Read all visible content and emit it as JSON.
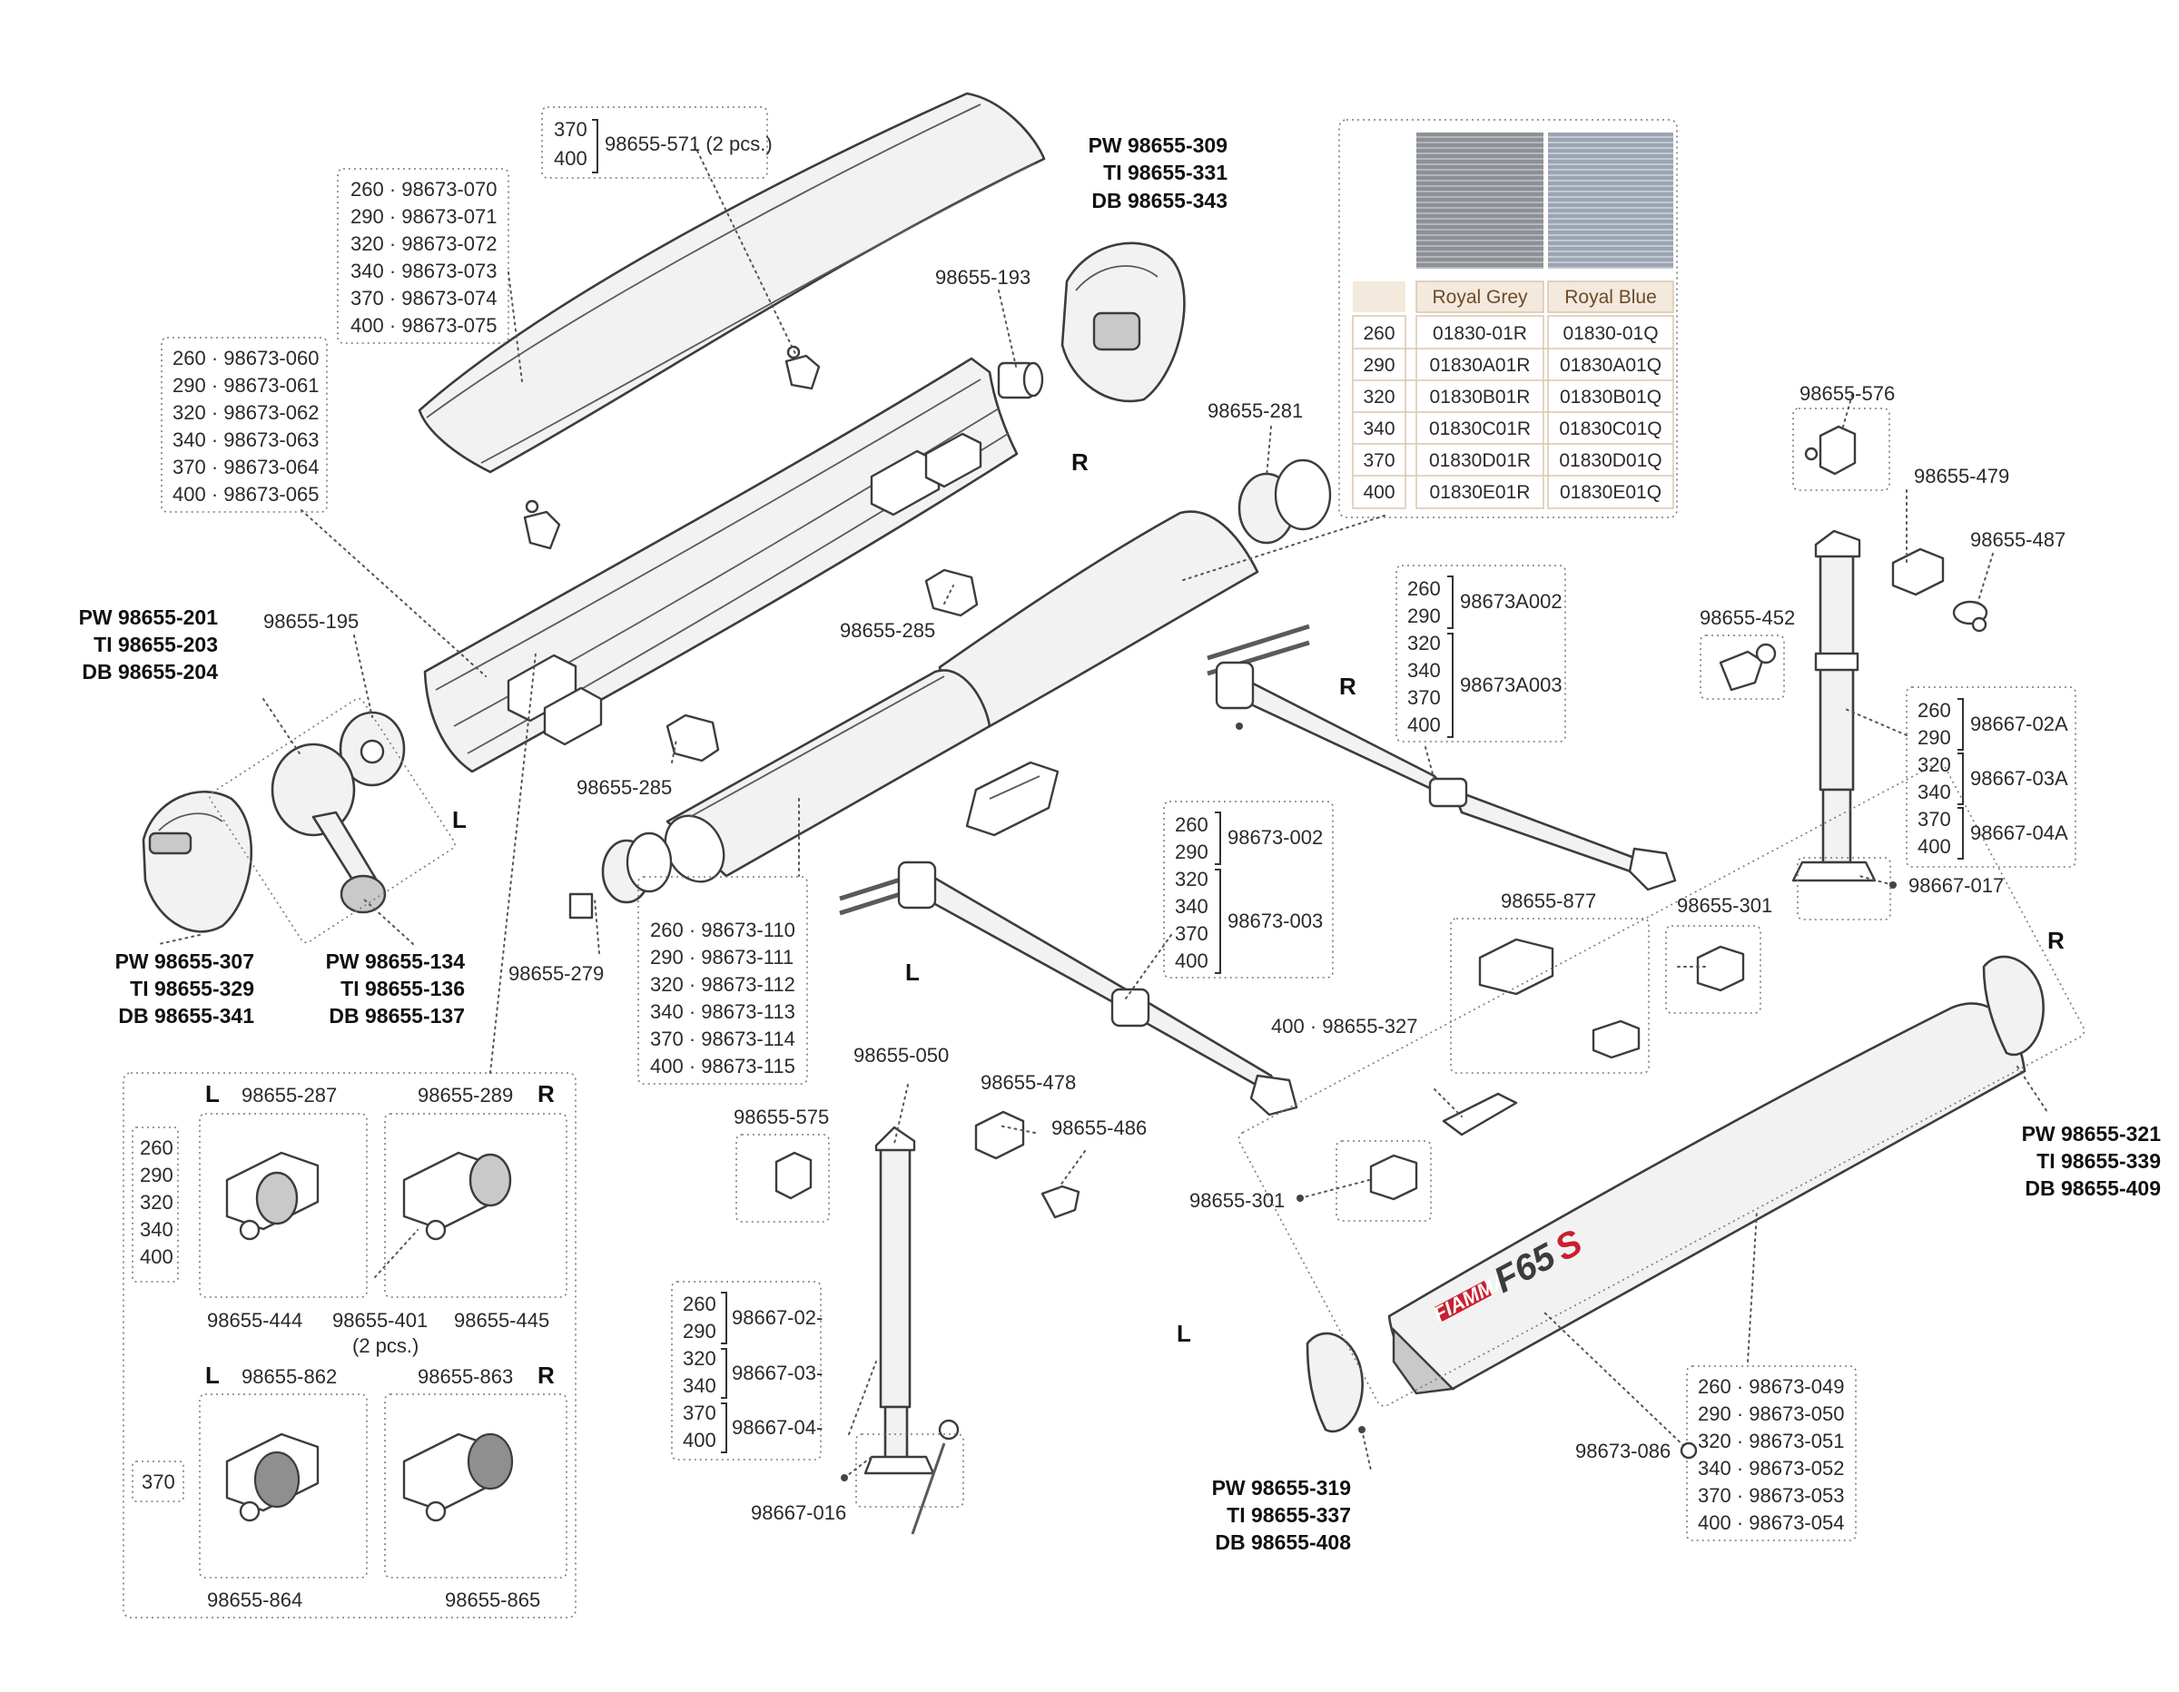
{
  "colors": {
    "line": "#3c3c3c",
    "fabric_grey": "#8d9196",
    "fabric_blue": "#9aa5b1",
    "brand_red": "#c8202f",
    "table_head": "#f3e9dc"
  },
  "labels": {
    "cover_front": [
      "260 · 98673-070",
      "290 · 98673-071",
      "320 · 98673-072",
      "340 · 98673-073",
      "370 · 98673-074",
      "400 · 98673-075"
    ],
    "profile_rail": [
      "260 · 98673-060",
      "290 · 98673-061",
      "320 · 98673-062",
      "340 · 98673-063",
      "370 · 98673-064",
      "400 · 98673-065"
    ],
    "cover_clip_sizes": [
      "370",
      "400"
    ],
    "cover_clip_part": "98655-571 (2 pcs.)",
    "end_cap_r": [
      "PW 98655-309",
      "TI 98655-331",
      "DB 98655-343"
    ],
    "bushing": "98655-193",
    "side_r_top": "R",
    "motor_plug": "98655-281",
    "clip_285_a": "98655-285",
    "clip_285_b": "98655-285",
    "end_cap_left_top": [
      "PW 98655-201",
      "TI 98655-203",
      "DB 98655-204"
    ],
    "disc_195": "98655-195",
    "side_l_top": "L",
    "end_cap_left_mid": [
      "PW 98655-307",
      "TI 98655-329",
      "DB 98655-341"
    ],
    "end_cap_left_mid2": [
      "PW 98655-134",
      "TI 98655-136",
      "DB 98655-137"
    ],
    "roller_plug": "98655-279",
    "roller_tube": [
      "260 · 98673-110",
      "290 · 98673-111",
      "320 · 98673-112",
      "340 · 98673-113",
      "370 · 98673-114",
      "400 · 98673-115"
    ],
    "fabric": {
      "headers": [
        "Royal Grey",
        "Royal Blue"
      ],
      "rows": [
        [
          "260",
          "01830-01R",
          "01830-01Q"
        ],
        [
          "290",
          "01830A01R",
          "01830A01Q"
        ],
        [
          "320",
          "01830B01R",
          "01830B01Q"
        ],
        [
          "340",
          "01830C01R",
          "01830C01Q"
        ],
        [
          "370",
          "01830D01R",
          "01830D01Q"
        ],
        [
          "400",
          "01830E01R",
          "01830E01Q"
        ]
      ]
    },
    "arm_r": {
      "side": "R",
      "groups": [
        {
          "sizes": [
            "260",
            "290"
          ],
          "part": "98673A002"
        },
        {
          "sizes": [
            "320",
            "340",
            "370",
            "400"
          ],
          "part": "98673A003"
        }
      ]
    },
    "arm_l": {
      "side": "L",
      "groups": [
        {
          "sizes": [
            "260",
            "290"
          ],
          "part": "98673-002"
        },
        {
          "sizes": [
            "320",
            "340",
            "370",
            "400"
          ],
          "part": "98673-003"
        }
      ]
    },
    "leg_r": {
      "p576": "98655-576",
      "p479": "98655-479",
      "p487": "98655-487",
      "p452": "98655-452",
      "groups": [
        {
          "sizes": [
            "260",
            "290"
          ],
          "part": "98667-02A"
        },
        {
          "sizes": [
            "320",
            "340"
          ],
          "part": "98667-03A"
        },
        {
          "sizes": [
            "370",
            "400"
          ],
          "part": "98667-04A"
        }
      ],
      "foot": "98667-017"
    },
    "p877": "98655-877",
    "p301_a": "98655-301",
    "p327": "400 · 98655-327",
    "p301_b": "98655-301",
    "side_r_case": "R",
    "end_cap_case_r": [
      "PW 98655-321",
      "TI 98655-339",
      "DB 98655-409"
    ],
    "side_l_case": "L",
    "end_cap_case_l": [
      "PW 98655-319",
      "TI 98655-337",
      "DB 98655-408"
    ],
    "logo_brand": "FIAMMA",
    "logo_model": "F65",
    "logo_suffix": "S",
    "p086": "98673-086",
    "case_tube": [
      "260 · 98673-049",
      "290 · 98673-050",
      "320 · 98673-051",
      "340 · 98673-052",
      "370 · 98673-053",
      "400 · 98673-054"
    ],
    "leg_l": {
      "p050": "98655-050",
      "p575": "98655-575",
      "p478": "98655-478",
      "p486": "98655-486",
      "groups": [
        {
          "sizes": [
            "260",
            "290"
          ],
          "part": "98667-02-"
        },
        {
          "sizes": [
            "320",
            "340"
          ],
          "part": "98667-03-"
        },
        {
          "sizes": [
            "370",
            "400"
          ],
          "part": "98667-04-"
        }
      ],
      "foot": "98667-016"
    },
    "brackets": {
      "l_top": "L",
      "r_top": "R",
      "p287": "98655-287",
      "p289": "98655-289",
      "sizes_top": [
        "260",
        "290",
        "320",
        "340",
        "400"
      ],
      "p444": "98655-444",
      "p401": "98655-401",
      "p401_qty": "(2 pcs.)",
      "p445": "98655-445",
      "l_bot": "L",
      "r_bot": "R",
      "p862": "98655-862",
      "p863": "98655-863",
      "size_bot": "370",
      "p864": "98655-864",
      "p865": "98655-865"
    }
  }
}
